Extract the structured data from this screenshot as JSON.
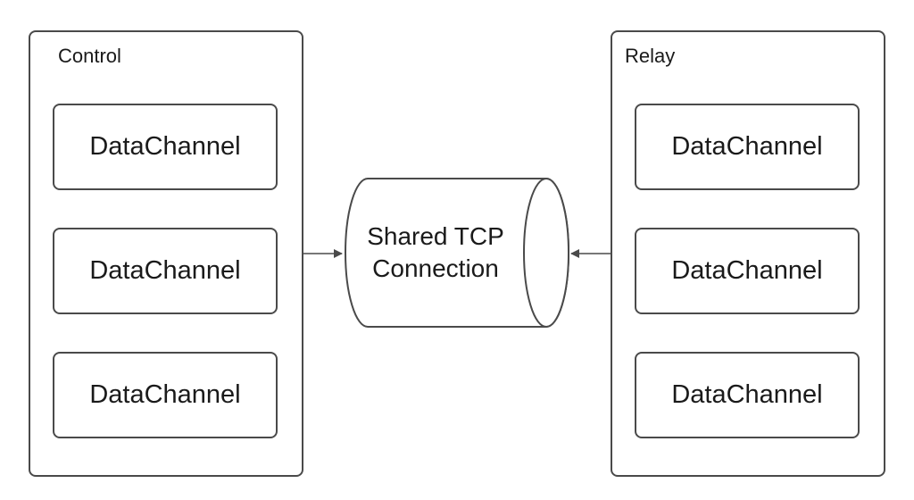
{
  "control": {
    "label": "Control",
    "channels": [
      "DataChannel",
      "DataChannel",
      "DataChannel"
    ]
  },
  "relay": {
    "label": "Relay",
    "channels": [
      "DataChannel",
      "DataChannel",
      "DataChannel"
    ]
  },
  "connection": {
    "line1": "Shared TCP",
    "line2": "Connection"
  },
  "colors": {
    "stroke": "#4a4a4a",
    "text": "#1a1a1a",
    "background": "#ffffff"
  }
}
